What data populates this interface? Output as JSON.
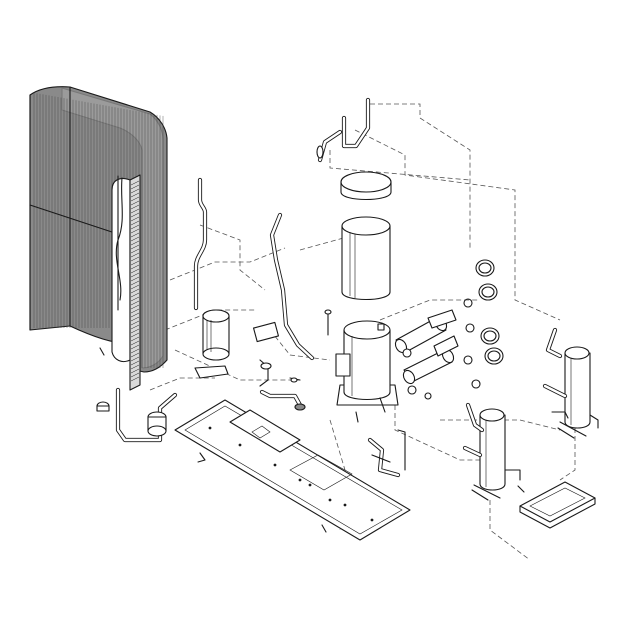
{
  "diagram": {
    "kind": "exploded-view",
    "colors": {
      "line": "#1a1a1a",
      "coil_fill": "#8a8a8a",
      "leader": "#555555",
      "background": "#ffffff"
    },
    "parts": [
      "condenser-coil",
      "inner-coil-section",
      "pipe-left",
      "filter-drier",
      "accumulator",
      "service-valve",
      "compressor-shell",
      "compressor-lid",
      "compressor",
      "base-pan",
      "reversing-valve",
      "suction-fittings",
      "o-rings",
      "refrigerant-tank-right",
      "refrigerant-tank-left",
      "mounting-bracket"
    ]
  }
}
